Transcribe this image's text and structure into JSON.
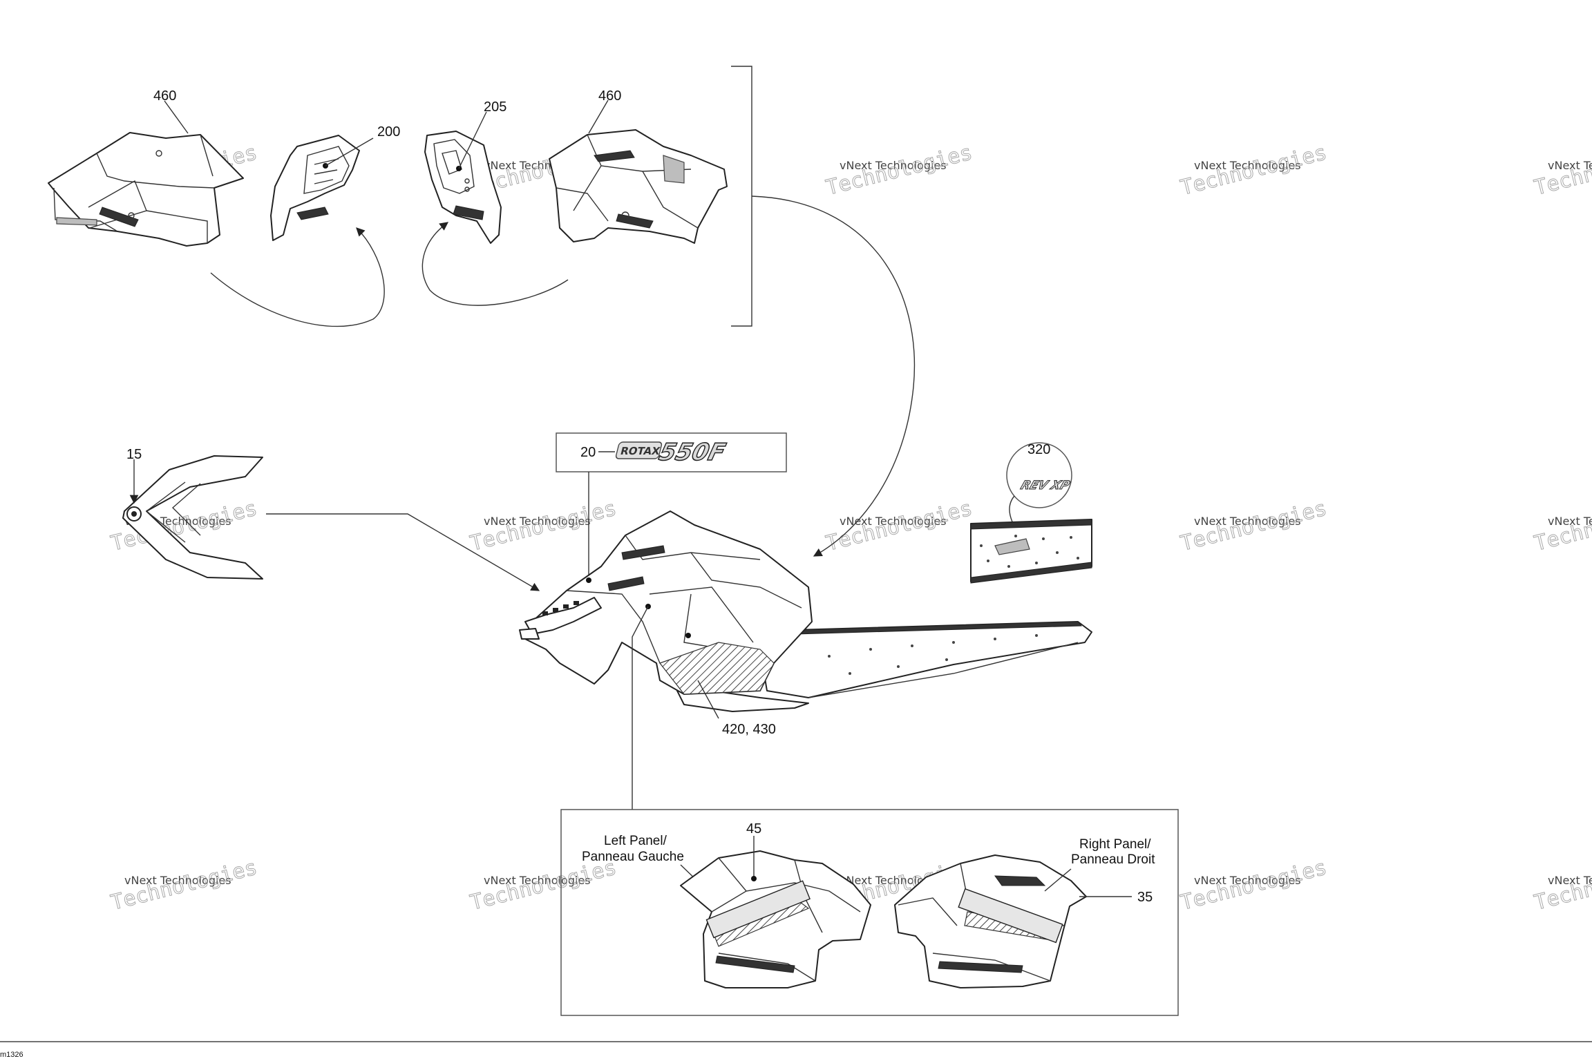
{
  "callouts": {
    "c460_left": "460",
    "c200": "200",
    "c205": "205",
    "c460_right": "460",
    "c15": "15",
    "c20": "20",
    "c320": "320",
    "c420_430": "420, 430",
    "c45": "45",
    "c35": "35"
  },
  "panels": {
    "left_line1": "Left Panel/",
    "left_line2": "Panneau Gauche",
    "right_line1": "Right Panel/",
    "right_line2": "Panneau Droit"
  },
  "decals": {
    "rotax_word": "ROTAX",
    "rotax_model": "550F",
    "xp_logo": "REV XP"
  },
  "watermark": {
    "line1": "vNext Technologies",
    "line2": "Technologies"
  },
  "footer": {
    "ref_code": "m1326"
  }
}
